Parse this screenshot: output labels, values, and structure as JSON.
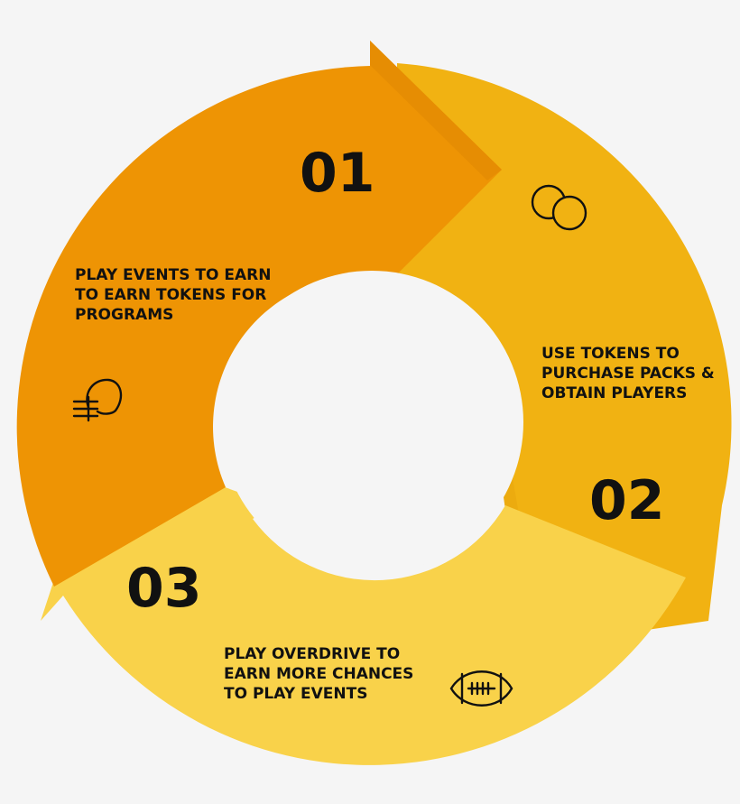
{
  "colors": {
    "background": "#f5f5f5",
    "step1": "#ee9404",
    "step2": "#f1b212",
    "step3": "#f9d24a",
    "text": "#111111"
  },
  "steps": [
    {
      "number": "01",
      "lines": [
        "PLAY EVENTS TO EARN",
        "TO EARN TOKENS FOR",
        "PROGRAMS"
      ],
      "icon": "football-helmet-icon"
    },
    {
      "number": "02",
      "lines": [
        "USE TOKENS TO",
        "PURCHASE PACKS &",
        "OBTAIN PLAYERS"
      ],
      "icon": "tokens-icon"
    },
    {
      "number": "03",
      "lines": [
        "PLAY OVERDRIVE TO",
        "EARN MORE CHANCES",
        "TO PLAY EVENTS"
      ],
      "icon": "football-icon"
    }
  ]
}
